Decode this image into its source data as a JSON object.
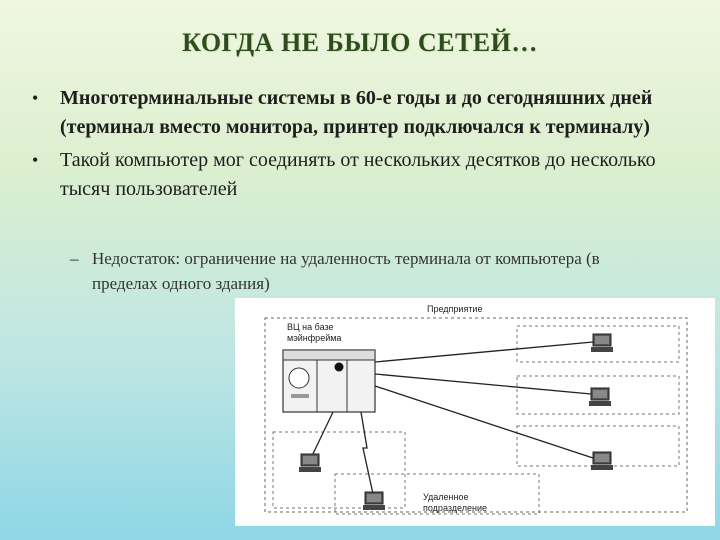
{
  "slide": {
    "title": "КОГДА НЕ БЫЛО СЕТЕЙ…",
    "bullets": [
      {
        "marker": "•",
        "text": "Многотерминальные системы в 60-е годы и до сегодняшних дней (терминал вместо монитора, принтер подключался к терминалу)"
      },
      {
        "marker": "•",
        "text": "Такой компьютер мог соединять от нескольких десятков до несколько тысяч пользователей"
      }
    ],
    "subitem": {
      "marker": "–",
      "text": "Недостаток: ограничение на удаленность терминала от компьютера (в пределах одного здания)"
    }
  },
  "diagram": {
    "enterprise_label": "Предприятие",
    "mainframe_label_1": "ВЦ на базе",
    "mainframe_label_2": "мэйнфрейма",
    "remote_label_1": "Удаленное",
    "remote_label_2": "подразделение",
    "icons": [
      "mainframe-icon",
      "terminal-icon"
    ]
  }
}
